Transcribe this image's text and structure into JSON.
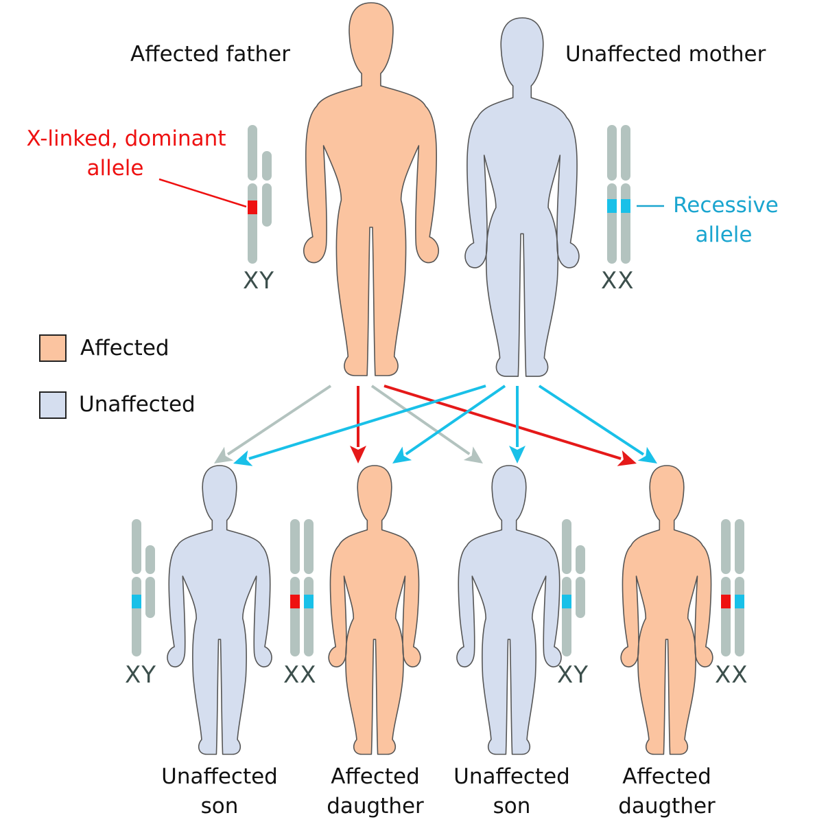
{
  "colors": {
    "affected": "#fbc4a0",
    "unaffected": "#d5deef",
    "outline": "#555555",
    "chromosome": "#b3c3bf",
    "dominant_allele": "#ee1111",
    "recessive_allele": "#19c0e8",
    "father_arrow_y": "#b3c3bf",
    "father_arrow_x": "#e51919",
    "mother_arrow": "#19c0e8",
    "dominant_label": "#ee1111",
    "recessive_label": "#1aa5cf"
  },
  "parents": {
    "father_label": "Affected father",
    "mother_label": "Unaffected mother",
    "father_chromosomes": "XY",
    "mother_chromosomes": "XX"
  },
  "annotations": {
    "dominant_allele": [
      "X-linked, dominant",
      "allele"
    ],
    "recessive_allele": [
      "Recessive",
      "allele"
    ]
  },
  "legend": {
    "affected": "Affected",
    "unaffected": "Unaffected"
  },
  "children": [
    {
      "line1": "Unaffected",
      "line2": "son",
      "chromosomes": "XY",
      "status": "unaffected",
      "sex": "male"
    },
    {
      "line1": "Affected",
      "line2": "daugther",
      "chromosomes": "XX",
      "status": "affected",
      "sex": "female"
    },
    {
      "line1": "Unaffected",
      "line2": "son",
      "chromosomes": "XY",
      "status": "unaffected",
      "sex": "male"
    },
    {
      "line1": "Affected",
      "line2": "daugther",
      "chromosomes": "XX",
      "status": "affected",
      "sex": "female"
    }
  ]
}
